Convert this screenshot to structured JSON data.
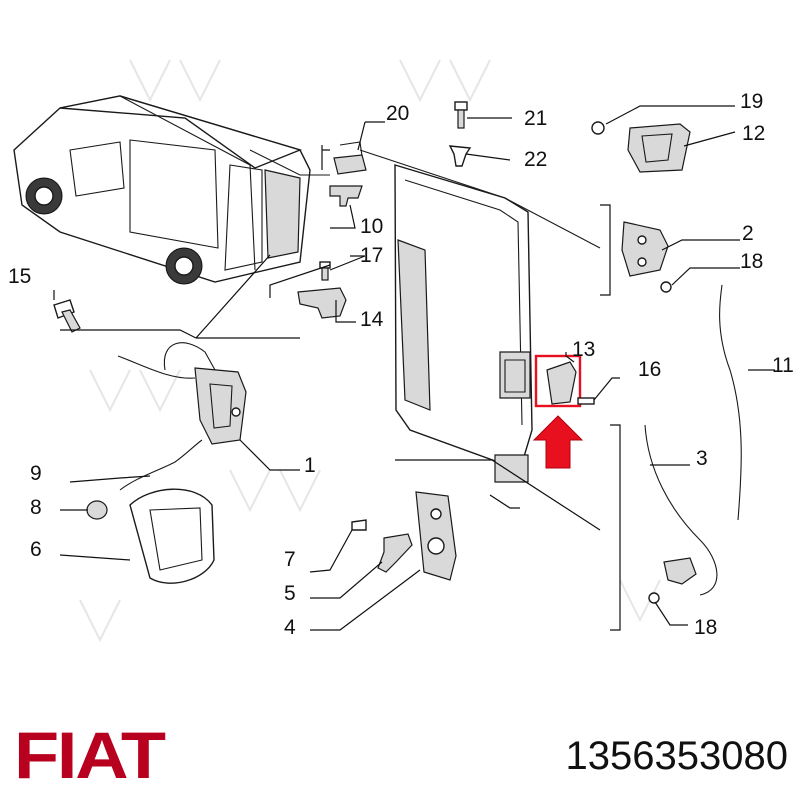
{
  "brand": {
    "logo_text": "FIAT",
    "logo_color": "#b8001f"
  },
  "part_number": "1356353080",
  "highlight_color": "#e8101e",
  "callouts": {
    "c1": "1",
    "c2": "2",
    "c3": "3",
    "c4": "4",
    "c5": "5",
    "c6": "6",
    "c7": "7",
    "c8": "8",
    "c9": "9",
    "c10": "10",
    "c11": "11",
    "c12": "12",
    "c13": "13",
    "c14": "14",
    "c15": "15",
    "c16": "16",
    "c17": "17",
    "c18a": "18",
    "c18b": "18",
    "c19": "19",
    "c20": "20",
    "c21": "21",
    "c22": "22"
  }
}
